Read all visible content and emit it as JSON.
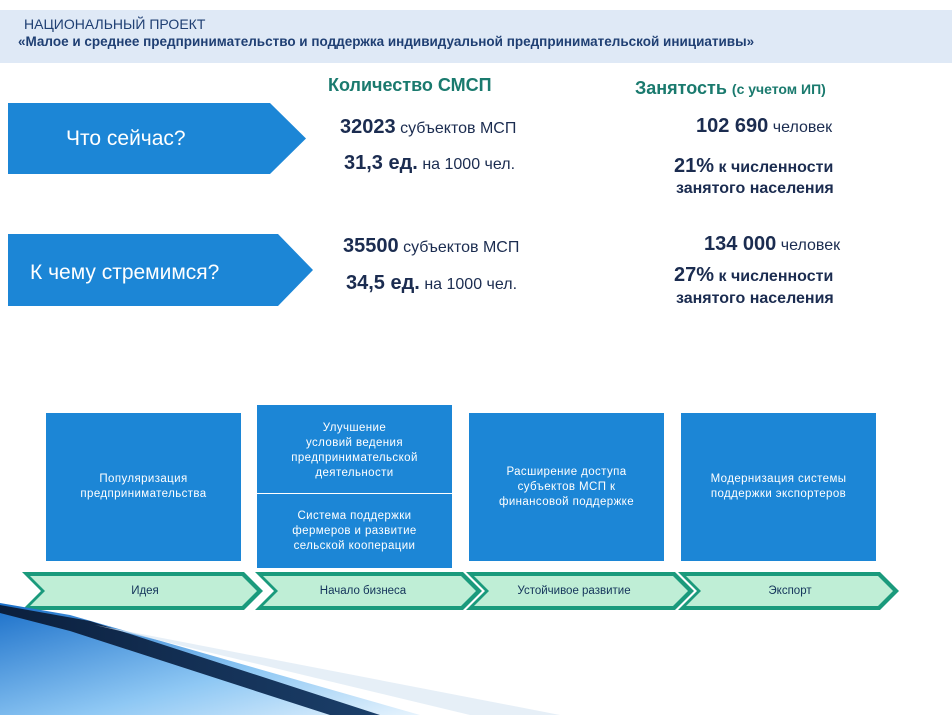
{
  "header": {
    "line1": "НАЦИОНАЛЬНЫЙ ПРОЕКТ",
    "line2": "«Малое и среднее предпринимательство и поддержка индивидуальной предпринимательской инициативы»"
  },
  "columns": {
    "smsp_title": "Количество СМСП",
    "employment_title": "Занятость",
    "employment_note": "(с учетом ИП)"
  },
  "rows": [
    {
      "label": "Что сейчас?",
      "smsp_count": "32023",
      "smsp_count_unit": "субъектов МСП",
      "smsp_density": "31,3 ед.",
      "smsp_density_unit": "на 1000 чел.",
      "employment": "102 690",
      "employment_unit": "человек",
      "share": "21%",
      "share_text1": "к численности",
      "share_text2": "занятого населения"
    },
    {
      "label": "К чему стремимся?",
      "smsp_count": "35500",
      "smsp_count_unit": "субъектов МСП",
      "smsp_density": "34,5 ед.",
      "smsp_density_unit": "на 1000 чел.",
      "employment": "134 000",
      "employment_unit": "человек",
      "share": "27%",
      "share_text1": "к численности",
      "share_text2": "занятого населения"
    }
  ],
  "boxes": {
    "b1": [
      "Популяризация",
      "предпринимательства"
    ],
    "b2_top": [
      "Улучшение",
      "условий ведения",
      "предпринимательской",
      "деятельности"
    ],
    "b2_bottom": [
      "Система поддержки",
      "фермеров и развитие",
      "сельской кооперации"
    ],
    "b3": [
      "Расширение доступа",
      "субъектов МСП к",
      "финансовой поддержке"
    ],
    "b4": [
      "Модернизация системы",
      "поддержки экспортеров"
    ]
  },
  "stages": [
    "Идея",
    "Начало бизнеса",
    "Устойчивое развитие",
    "Экспорт"
  ],
  "colors": {
    "accent": "#1c86d6",
    "title_green": "#1a7a6e",
    "chevron_fill": "#bfeed6",
    "chevron_border": "#1a9a7c"
  }
}
